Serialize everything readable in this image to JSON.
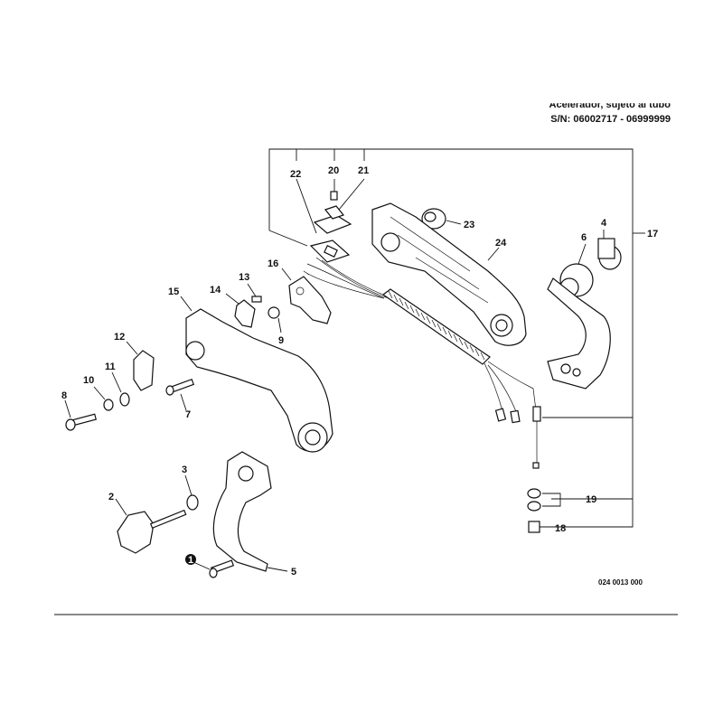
{
  "header": {
    "title_line1": "Acelerador, sujeto al tubo",
    "title_line2": "S/N: 06002717 - 06999999"
  },
  "callouts": {
    "c1": "1",
    "c2": "2",
    "c3": "3",
    "c4": "4",
    "c5": "5",
    "c6": "6",
    "c7": "7",
    "c8": "8",
    "c9": "9",
    "c10": "10",
    "c11": "11",
    "c12": "12",
    "c13": "13",
    "c14": "14",
    "c15": "15",
    "c16": "16",
    "c17": "17",
    "c18": "18",
    "c19": "19",
    "c20": "20",
    "c21": "21",
    "c22": "22",
    "c23": "23",
    "c24": "24"
  },
  "drawing_code": "024 0013 000"
}
